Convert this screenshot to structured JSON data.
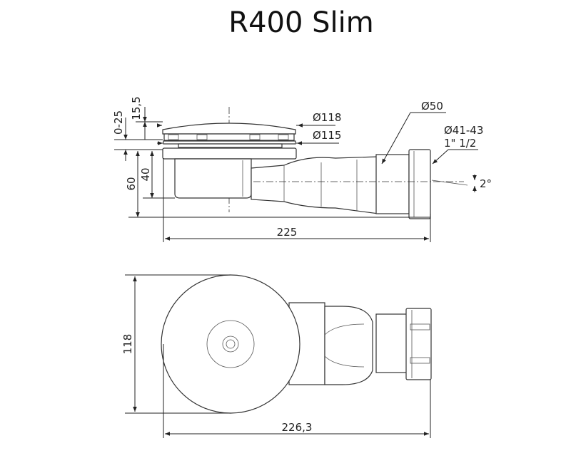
{
  "title": "R400 Slim",
  "side_view": {
    "dims": {
      "adjust": "0-25",
      "cap_height": "15,5",
      "dia_cap": "Ø118",
      "dia_ring": "Ø115",
      "dia_outlet": "Ø50",
      "dia_connector": "Ø41-43",
      "thread": "1\" 1/2",
      "total_height": "60",
      "body_height": "40",
      "slope": "2°",
      "length": "225"
    }
  },
  "top_view": {
    "dims": {
      "width": "118",
      "length": "226,3"
    }
  }
}
